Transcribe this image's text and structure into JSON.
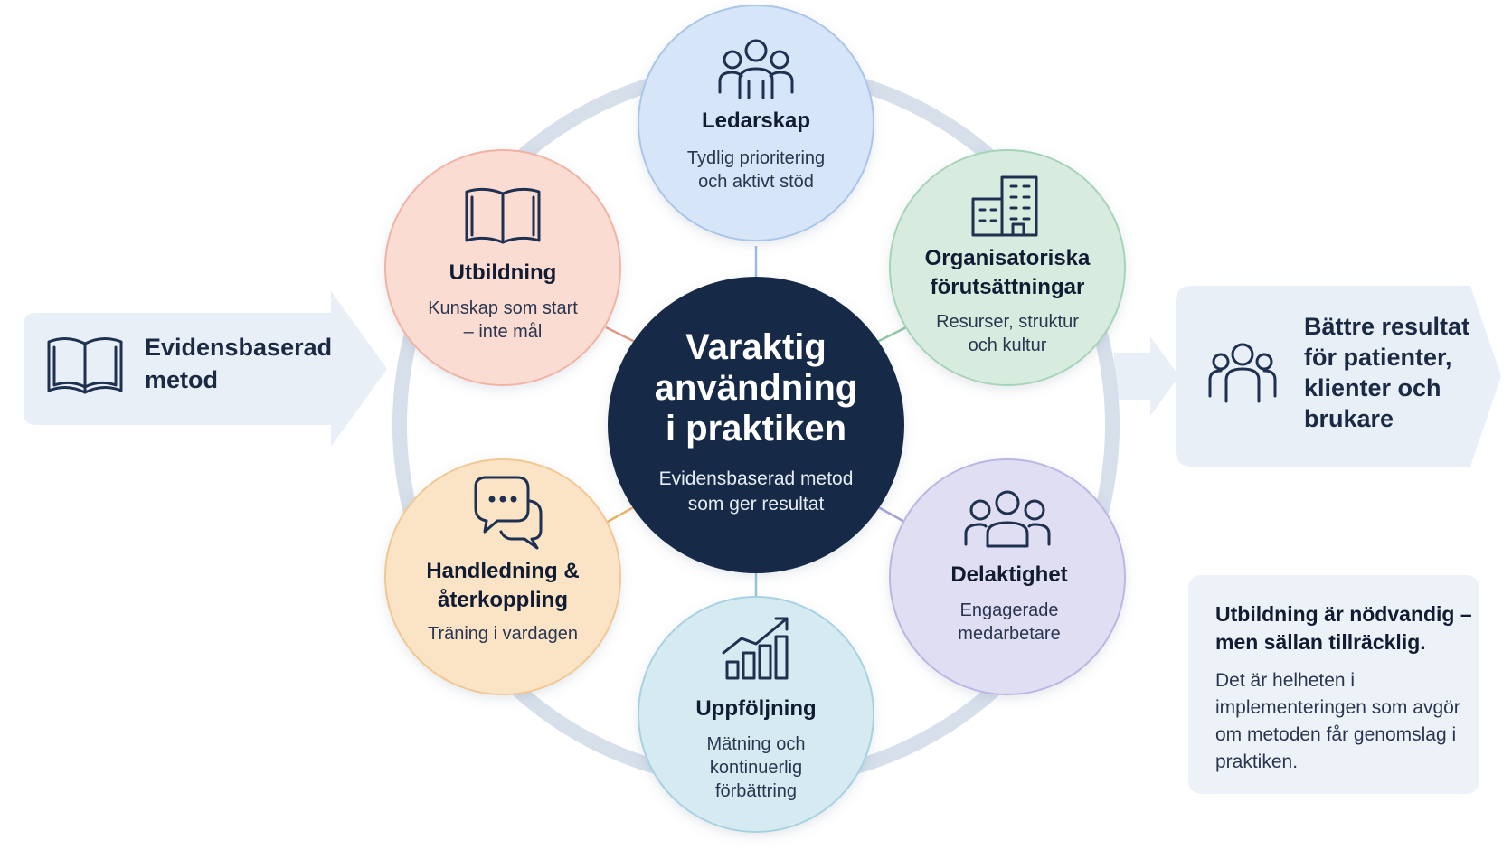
{
  "input": {
    "label": "Evidensbaserad metod",
    "icon": "open-book-icon"
  },
  "center": {
    "title": "Varaktig\nanvändning\ni praktiken",
    "subtitle": "Evidensbaserad metod\nsom ger resultat"
  },
  "nodes": [
    {
      "id": "ledarskap",
      "title": "Ledarskap",
      "desc": "Tydlig prioritering\noch aktivt stöd",
      "icon": "group-icon",
      "color": "#d6e5f7",
      "border": "#a9c6ea"
    },
    {
      "id": "organisatoriska",
      "title": "Organisatoriska\nförutsättningar",
      "desc": "Resurser, struktur\noch kultur",
      "icon": "buildings-icon",
      "color": "#d7ecdf",
      "border": "#a7d3b8"
    },
    {
      "id": "delaktighet",
      "title": "Delaktighet",
      "desc": "Engagerade\nmedarbetare",
      "icon": "team-icon",
      "color": "#e0def3",
      "border": "#bbb6e2"
    },
    {
      "id": "uppfoljning",
      "title": "Uppföljning",
      "desc": "Mätning och\nkontinuerlig\nförbättring",
      "icon": "growth-chart-icon",
      "color": "#d5eaf1",
      "border": "#a7d2df"
    },
    {
      "id": "handledning",
      "title": "Handledning &\nåterkoppling",
      "desc": "Träning i vardagen",
      "icon": "chat-bubbles-icon",
      "color": "#fbe4c6",
      "border": "#f1c891"
    },
    {
      "id": "utbildning",
      "title": "Utbildning",
      "desc": "Kunskap som start\n– inte mål",
      "icon": "book-icon",
      "color": "#fbdcd3",
      "border": "#f0b3a4"
    }
  ],
  "output": {
    "label": "Bättre resultat för patienter, klienter och brukare",
    "icon": "people-icon"
  },
  "note": {
    "title": "Utbildning är nödvandig – men sällan tillräcklig.",
    "body": "Det är helheten i implementeringen som avgör om metoden får genomslag i praktiken."
  },
  "colors": {
    "center": "#132a46",
    "arrow_bg": "#e9eff6",
    "ring": "#d6dfea",
    "icon": "#1f3150"
  }
}
